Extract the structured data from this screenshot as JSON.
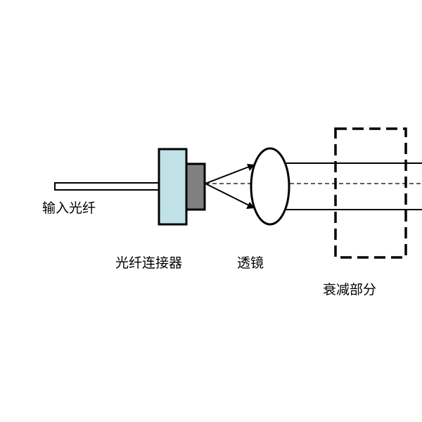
{
  "labels": {
    "input_fiber": "输入光纤",
    "fiber_connector": "光纤连接器",
    "lens": "透镜",
    "attenuation_section": "衰减部分"
  },
  "colors": {
    "connector_body": "#c0e2e6",
    "connector_ferrule": "#808080",
    "stroke": "#000000",
    "background": "#ffffff"
  }
}
